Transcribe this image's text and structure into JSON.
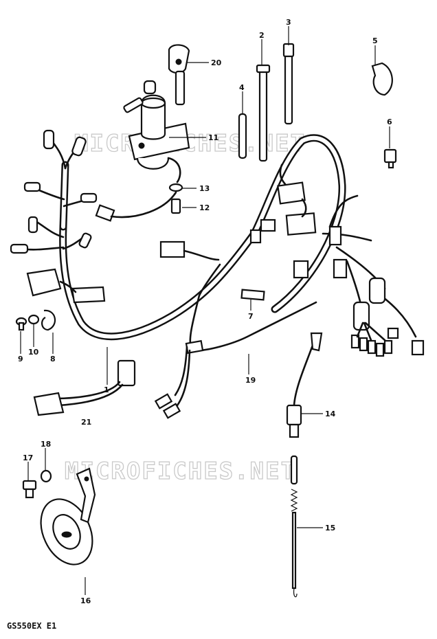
{
  "watermarks": [
    "MICROFICHES.NET",
    "MICROFICHES.NET"
  ],
  "model_code": "GS550EX E1",
  "callouts": [
    "1",
    "2",
    "3",
    "4",
    "5",
    "6",
    "7",
    "8",
    "9",
    "10",
    "11",
    "12",
    "13",
    "14",
    "15",
    "16",
    "17",
    "18",
    "19",
    "20",
    "21"
  ],
  "colors": {
    "ink": "#111111",
    "watermark": "#c9c9c9",
    "paper": "#ffffff"
  }
}
